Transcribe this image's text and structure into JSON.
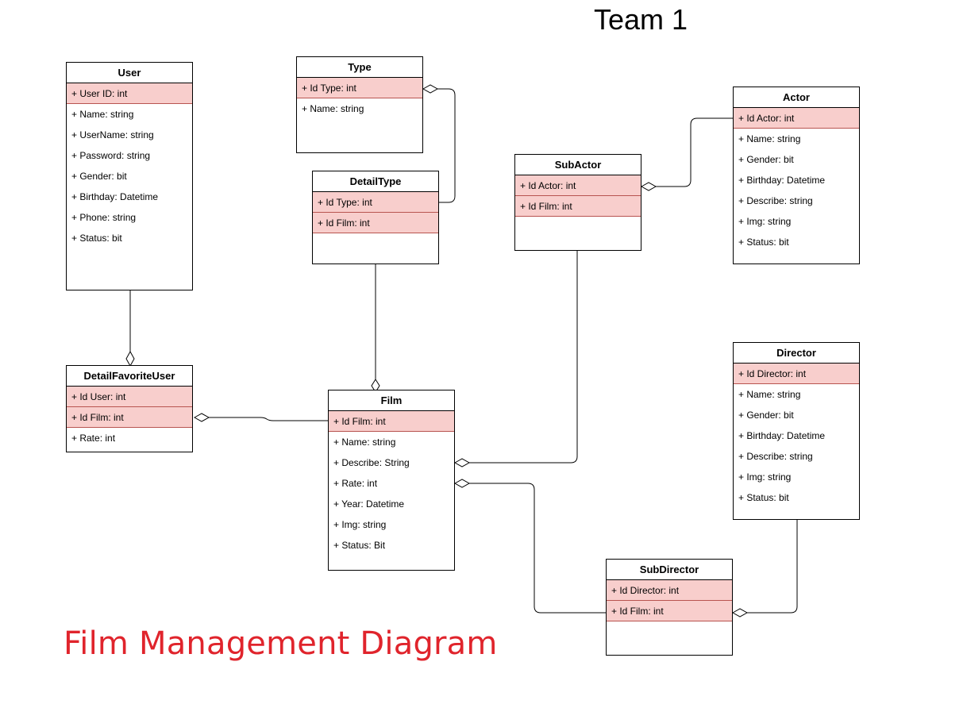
{
  "header": {
    "team_title": "Team 1"
  },
  "footer": {
    "diagram_title": "Film Management Diagram"
  },
  "colors": {
    "key_fill": "#f8cecc",
    "key_border": "#b85450",
    "title_red": "#e0242c"
  },
  "classes": {
    "user": {
      "name": "User",
      "keys": [
        "+ User ID: int"
      ],
      "attrs": [
        "+ Name: string",
        "+ UserName: string",
        "+ Password: string",
        "+ Gender: bit",
        "+ Birthday: Datetime",
        "+ Phone: string",
        "+ Status: bit"
      ]
    },
    "type": {
      "name": "Type",
      "keys": [
        "+ Id Type: int"
      ],
      "attrs": [
        "+ Name: string"
      ]
    },
    "detailtype": {
      "name": "DetailType",
      "keys": [
        "+ Id Type: int",
        "+ Id Film: int"
      ],
      "attrs": []
    },
    "subactor": {
      "name": "SubActor",
      "keys": [
        "+ Id Actor: int",
        "+ Id Film: int"
      ],
      "attrs": []
    },
    "actor": {
      "name": "Actor",
      "keys": [
        "+ Id Actor: int"
      ],
      "attrs": [
        "+ Name: string",
        "+ Gender: bit",
        "+ Birthday: Datetime",
        "+ Describe: string",
        "+ Img: string",
        "+ Status: bit"
      ]
    },
    "detailfavoriteuser": {
      "name": "DetailFavoriteUser",
      "keys": [
        "+ Id User: int",
        "+ Id Film: int"
      ],
      "attrs": [
        "+ Rate: int"
      ]
    },
    "film": {
      "name": "Film",
      "keys": [
        "+ Id Film: int"
      ],
      "attrs": [
        "+ Name: string",
        "+ Describe: String",
        "+ Rate: int",
        "+ Year: Datetime",
        "+ Img: string",
        "+ Status: Bit"
      ]
    },
    "director": {
      "name": "Director",
      "keys": [
        "+ Id Director: int"
      ],
      "attrs": [
        "+ Name: string",
        "+ Gender: bit",
        "+ Birthday: Datetime",
        "+ Describe: string",
        "+ Img: string",
        "+ Status: bit"
      ]
    },
    "subdirector": {
      "name": "SubDirector",
      "keys": [
        "+ Id Director: int",
        "+ Id Film: int"
      ],
      "attrs": []
    }
  }
}
